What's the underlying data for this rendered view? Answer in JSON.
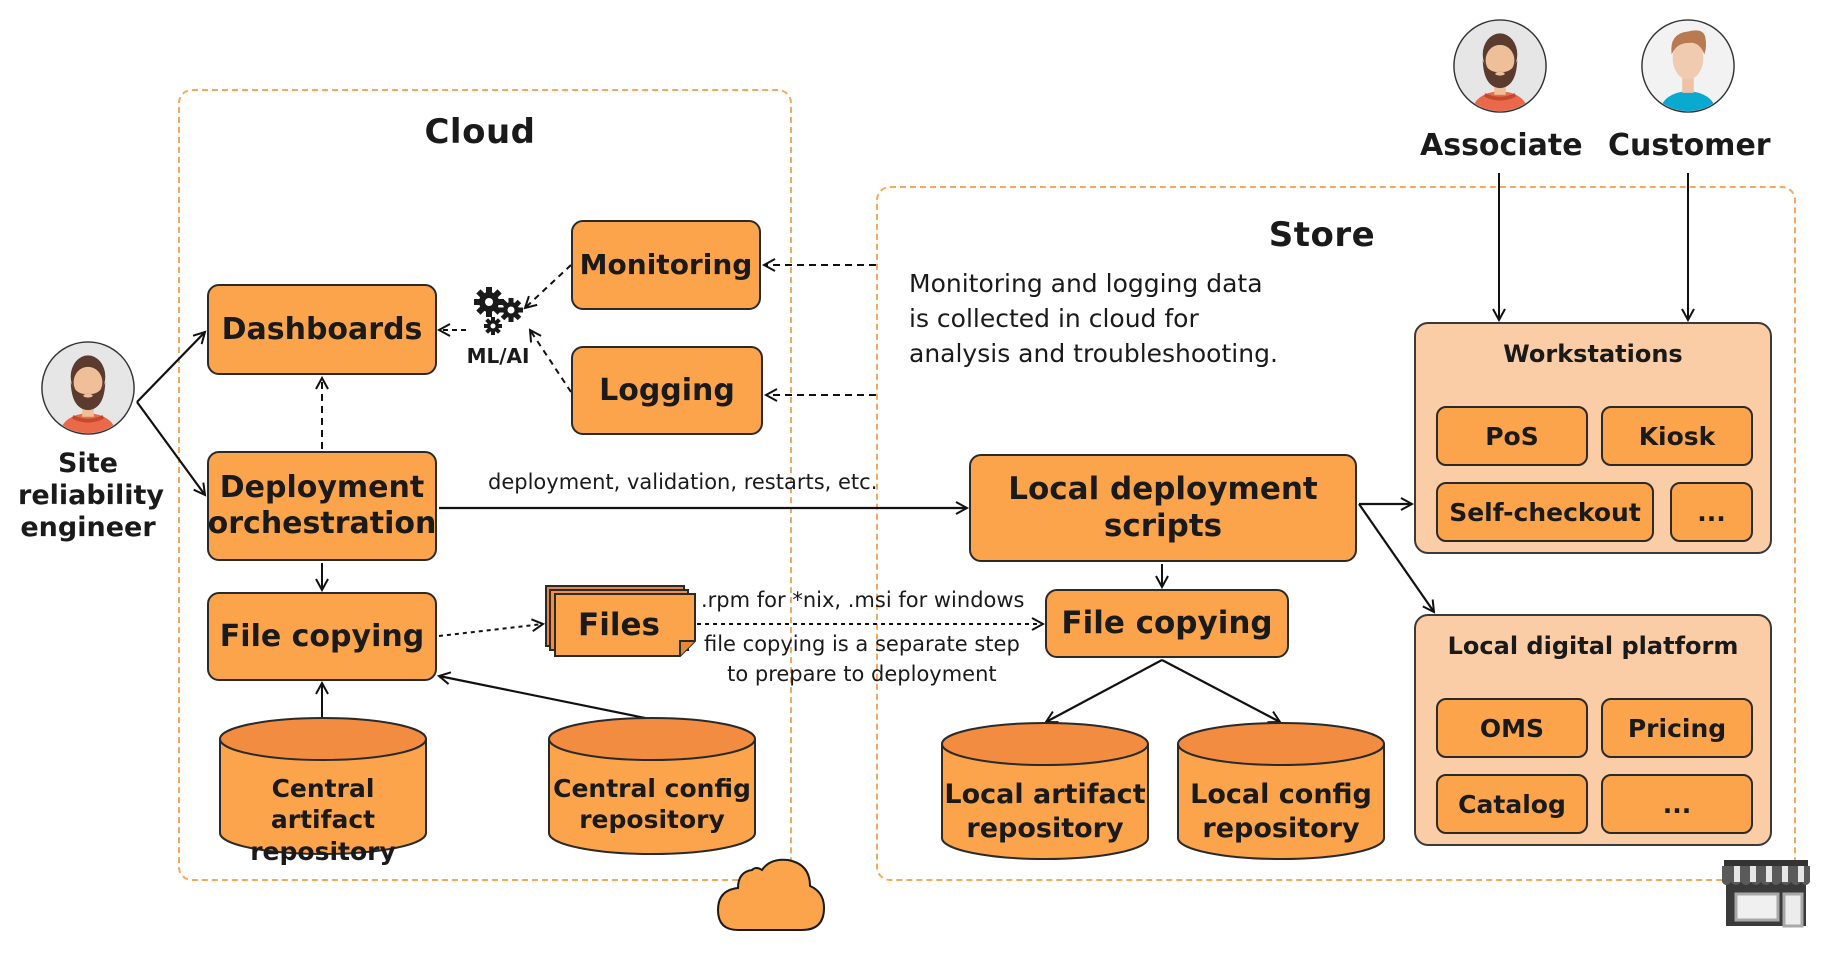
{
  "regions": {
    "cloud": {
      "title": "Cloud"
    },
    "store": {
      "title": "Store"
    }
  },
  "actors": {
    "sre": {
      "name_lines": [
        "Site",
        "reliability",
        "engineer"
      ]
    },
    "associate": {
      "name": "Associate"
    },
    "customer": {
      "name": "Customer"
    }
  },
  "cloud": {
    "dashboards": "Dashboards",
    "deployment_orchestration": [
      "Deployment",
      "orchestration"
    ],
    "file_copying": "File copying",
    "monitoring": "Monitoring",
    "logging": "Logging",
    "ml_ai": "ML/AI",
    "files": "Files",
    "central_artifact_repo": [
      "Central artifact",
      "repository"
    ],
    "central_config_repo": [
      "Central config",
      "repository"
    ]
  },
  "store": {
    "note": [
      "Monitoring and logging data",
      "is collected in cloud for",
      "analysis and troubleshooting."
    ],
    "local_deployment_scripts": [
      "Local deployment",
      "scripts"
    ],
    "file_copying": "File copying",
    "local_artifact_repo": [
      "Local artifact",
      "repository"
    ],
    "local_config_repo": [
      "Local config",
      "repository"
    ],
    "workstations": {
      "title": "Workstations",
      "items": [
        "PoS",
        "Kiosk",
        "Self-checkout",
        "..."
      ]
    },
    "local_digital_platform": {
      "title": "Local digital platform",
      "items": [
        "OMS",
        "Pricing",
        "Catalog",
        "..."
      ]
    }
  },
  "edge_labels": {
    "deployment": "deployment, validation, restarts, etc.",
    "packages": ".rpm for *nix, .msi for windows",
    "file_copy_note": [
      "file copying is a separate step",
      "to prepare to deployment"
    ]
  },
  "icons": {
    "cloud": "cloud-icon",
    "store": "store-icon",
    "gears": "gears-icon"
  },
  "colors": {
    "box_fill": "#fba44b",
    "group_fill": "#facda6",
    "cylinder_top": "#f28c40",
    "region_border": "#f7a95a"
  }
}
